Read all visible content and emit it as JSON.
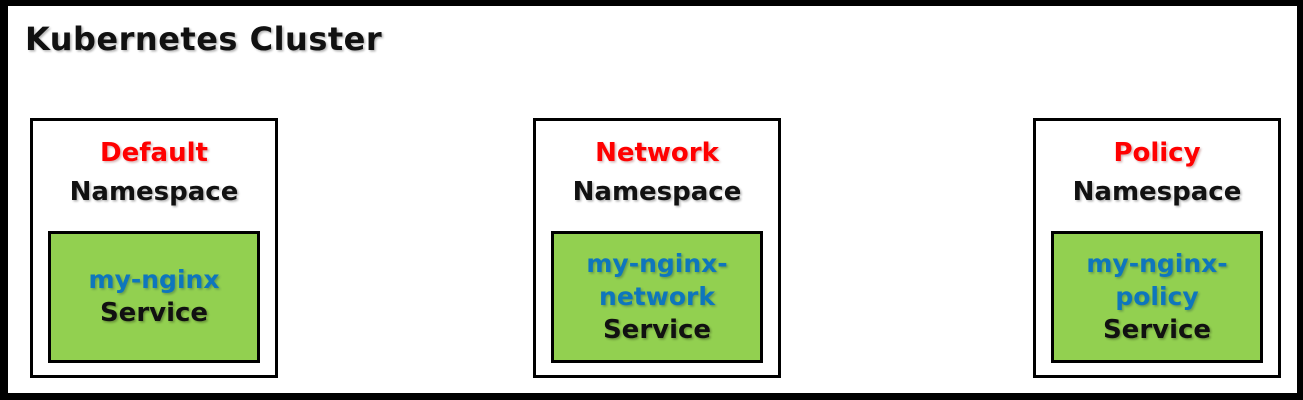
{
  "cluster": {
    "title": "Kubernetes Cluster",
    "namespaces": [
      {
        "title": "Default",
        "subtitle": "Namespace",
        "service_name": "my-nginx",
        "service_label": "Service"
      },
      {
        "title": "Network",
        "subtitle": "Namespace",
        "service_name": "my-nginx-\nnetwork",
        "service_label": "Service"
      },
      {
        "title": "Policy",
        "subtitle": "Namespace",
        "service_name": "my-nginx-\npolicy",
        "service_label": "Service"
      }
    ]
  },
  "colors": {
    "namespace_title_red": "#ff0000",
    "service_name_blue": "#0e76bd",
    "service_fill_green": "#92d050",
    "border_black": "#000000",
    "background_white": "#ffffff"
  }
}
